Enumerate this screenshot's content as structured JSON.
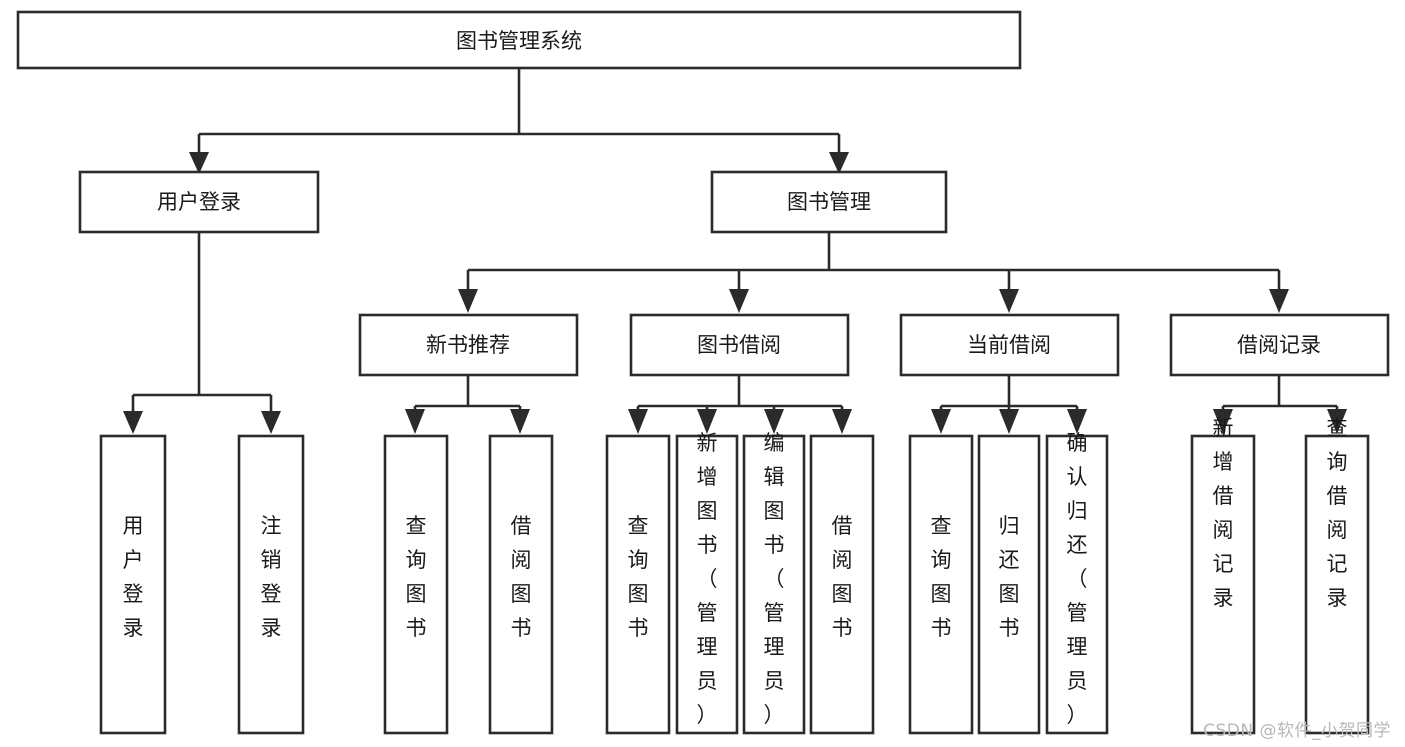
{
  "diagram": {
    "type": "tree",
    "title": "图书管理系统",
    "watermark": "CSDN @软件_小贺同学",
    "colors": {
      "stroke": "#2b2b2b",
      "fill": "#ffffff",
      "text": "#1a1a1a",
      "watermark": "#b8b8b8",
      "background": "#ffffff"
    },
    "nodes": {
      "root": {
        "label": "图书管理系统",
        "level": 0,
        "orientation": "horizontal"
      },
      "l1_a": {
        "label": "用户登录",
        "level": 1,
        "orientation": "horizontal"
      },
      "l1_b": {
        "label": "图书管理",
        "level": 1,
        "orientation": "horizontal"
      },
      "l2_a": {
        "label": "新书推荐",
        "level": 2,
        "orientation": "horizontal"
      },
      "l2_b": {
        "label": "图书借阅",
        "level": 2,
        "orientation": "horizontal"
      },
      "l2_c": {
        "label": "当前借阅",
        "level": 2,
        "orientation": "horizontal"
      },
      "l2_d": {
        "label": "借阅记录",
        "level": 2,
        "orientation": "horizontal"
      },
      "leaf_1": {
        "label": "用户登录",
        "level": 3,
        "orientation": "vertical"
      },
      "leaf_2": {
        "label": "注销登录",
        "level": 3,
        "orientation": "vertical"
      },
      "leaf_3": {
        "label": "查询图书",
        "level": 3,
        "orientation": "vertical"
      },
      "leaf_4": {
        "label": "借阅图书",
        "level": 3,
        "orientation": "vertical"
      },
      "leaf_5": {
        "label": "查询图书",
        "level": 3,
        "orientation": "vertical"
      },
      "leaf_6": {
        "label": "新增图书（管理员）",
        "level": 3,
        "orientation": "vertical"
      },
      "leaf_7": {
        "label": "编辑图书（管理员）",
        "level": 3,
        "orientation": "vertical"
      },
      "leaf_8": {
        "label": "借阅图书",
        "level": 3,
        "orientation": "vertical"
      },
      "leaf_9": {
        "label": "查询图书",
        "level": 3,
        "orientation": "vertical"
      },
      "leaf_10": {
        "label": "归还图书",
        "level": 3,
        "orientation": "vertical"
      },
      "leaf_11": {
        "label": "确认归还（管理员）",
        "level": 3,
        "orientation": "vertical"
      },
      "leaf_12": {
        "label": "新增借阅记录",
        "level": 3,
        "orientation": "vertical"
      },
      "leaf_13": {
        "label": "查询借阅记录",
        "level": 3,
        "orientation": "vertical"
      }
    },
    "edges": [
      {
        "from": "root",
        "to": "l1_a"
      },
      {
        "from": "root",
        "to": "l1_b"
      },
      {
        "from": "l1_b",
        "to": "l2_a"
      },
      {
        "from": "l1_b",
        "to": "l2_b"
      },
      {
        "from": "l1_b",
        "to": "l2_c"
      },
      {
        "from": "l1_b",
        "to": "l2_d"
      },
      {
        "from": "l1_a",
        "to": "leaf_1"
      },
      {
        "from": "l1_a",
        "to": "leaf_2"
      },
      {
        "from": "l2_a",
        "to": "leaf_3"
      },
      {
        "from": "l2_a",
        "to": "leaf_4"
      },
      {
        "from": "l2_b",
        "to": "leaf_5"
      },
      {
        "from": "l2_b",
        "to": "leaf_6"
      },
      {
        "from": "l2_b",
        "to": "leaf_7"
      },
      {
        "from": "l2_b",
        "to": "leaf_8"
      },
      {
        "from": "l2_c",
        "to": "leaf_9"
      },
      {
        "from": "l2_c",
        "to": "leaf_10"
      },
      {
        "from": "l2_c",
        "to": "leaf_11"
      },
      {
        "from": "l2_d",
        "to": "leaf_12"
      },
      {
        "from": "l2_d",
        "to": "leaf_13"
      }
    ]
  }
}
